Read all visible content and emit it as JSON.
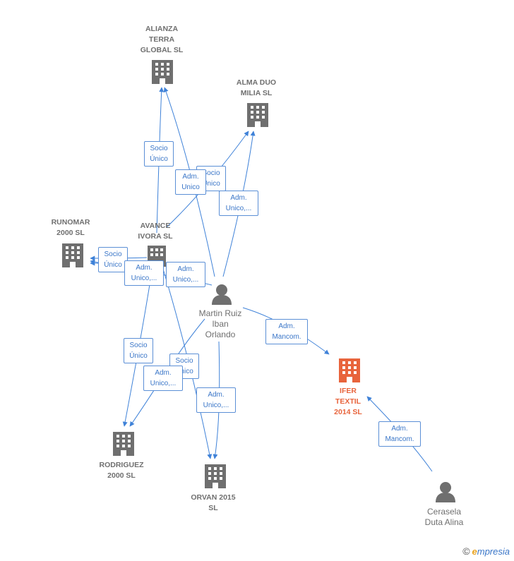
{
  "colors": {
    "edge": "#3f82d8",
    "company_icon": "#6f6f6f",
    "company_highlight": "#e8643c",
    "person_icon": "#6f6f6f",
    "label_border": "#5b8fd6"
  },
  "nodes": {
    "alianza": {
      "label": "ALIANZA\nTERRA\nGLOBAL  SL"
    },
    "alma": {
      "label": "ALMA DUO\nMILIA  SL"
    },
    "runomar": {
      "label": "RUNOMAR\n2000  SL"
    },
    "avance": {
      "label": "AVANCE\nIVORA  SL"
    },
    "martin": {
      "label": "Martin Ruiz\nIban\nOrlando"
    },
    "ifer": {
      "label": "IFER\nTEXTIL\n2014  SL"
    },
    "rodriguez": {
      "label": "RODRIGUEZ\n2000  SL"
    },
    "orvan": {
      "label": "ORVAN 2015\nSL"
    },
    "cerasela": {
      "label": "Cerasela\nDuta Alina"
    }
  },
  "edge_labels": {
    "e1": "Socio\nÚnico",
    "e2": "Adm.\nUnico",
    "e3": "Socio\nÚnico",
    "e4": "Adm.\nUnico,...",
    "e5": "Socio\nÚnico",
    "e6": "Adm.\nUnico,...",
    "e7": "Adm.\nUnico,...",
    "e8": "Adm.\nMancom.",
    "e9": "Socio\nÚnico",
    "e10": "Socio\nÚnico",
    "e11": "Adm.\nUnico,...",
    "e12": "Adm.\nUnico,...",
    "e13": "Adm.\nMancom."
  },
  "brand": {
    "copyright": "©",
    "e": "e",
    "rest": "mpresia"
  }
}
